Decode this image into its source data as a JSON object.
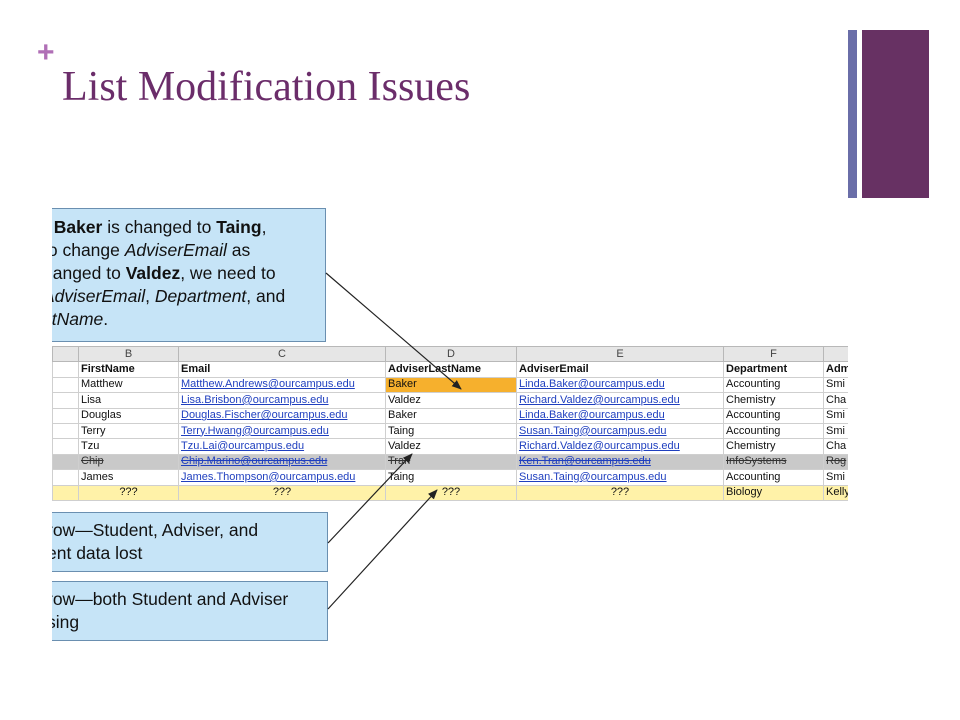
{
  "slide": {
    "plus": "+",
    "title": "List Modification Issues"
  },
  "colors": {
    "title": "#6b2d6a",
    "accent_bar": "#673163",
    "callout_bg": "#c6e4f7",
    "highlight": "#f6b02d",
    "new_row": "#fff2a8"
  },
  "callouts": {
    "update": {
      "line1_pre": "r ",
      "line1_b1": "Baker",
      "line1_mid": " is changed to ",
      "line1_b2": "Taing",
      "line1_post": ",",
      "line2_pre": " to change ",
      "line2_i": "AdviserEmail",
      "line2_post": " as",
      "line3_pre": "hanged to ",
      "line3_b": "Valdez",
      "line3_post": ", we need to",
      "line4_i1": "AdviserEmail",
      "line4_mid": ", ",
      "line4_i2": "Department",
      "line4_post": ", and",
      "line5_i": "stName",
      "line5_post": "."
    },
    "delete": {
      "line1": "row—Student, Adviser, and",
      "line2": "ent data lost"
    },
    "insert": {
      "line1": "row—both Student and Adviser",
      "line2": "sing"
    }
  },
  "sheet": {
    "columns": [
      "B",
      "C",
      "D",
      "E",
      "F",
      ""
    ],
    "headers": [
      "FirstName",
      "Email",
      "AdviserLastName",
      "AdviserEmail",
      "Department",
      "Adm"
    ],
    "rows": [
      [
        "Matthew",
        "Matthew.Andrews@ourcampus.edu",
        "Baker",
        "Linda.Baker@ourcampus.edu",
        "Accounting",
        "Smi"
      ],
      [
        "Lisa",
        "Lisa.Brisbon@ourcampus.edu",
        "Valdez",
        "Richard.Valdez@ourcampus.edu",
        "Chemistry",
        "Cha"
      ],
      [
        "Douglas",
        "Douglas.Fischer@ourcampus.edu",
        "Baker",
        "Linda.Baker@ourcampus.edu",
        "Accounting",
        "Smi"
      ],
      [
        "Terry",
        "Terry.Hwang@ourcampus.edu",
        "Taing",
        "Susan.Taing@ourcampus.edu",
        "Accounting",
        "Smi"
      ],
      [
        "Tzu",
        "Tzu.Lai@ourcampus.edu",
        "Valdez",
        "Richard.Valdez@ourcampus.edu",
        "Chemistry",
        "Cha"
      ],
      [
        "Chip",
        "Chip.Marino@ourcampus.edu",
        "Tran",
        "Ken.Tran@ourcampus.edu",
        "InfoSystems",
        "Rog"
      ],
      [
        "James",
        "James.Thompson@ourcampus.edu",
        "Taing",
        "Susan.Taing@ourcampus.edu",
        "Accounting",
        "Smi"
      ]
    ],
    "new_row": [
      "???",
      "???",
      "???",
      "???",
      "Biology",
      "Kelly"
    ]
  }
}
